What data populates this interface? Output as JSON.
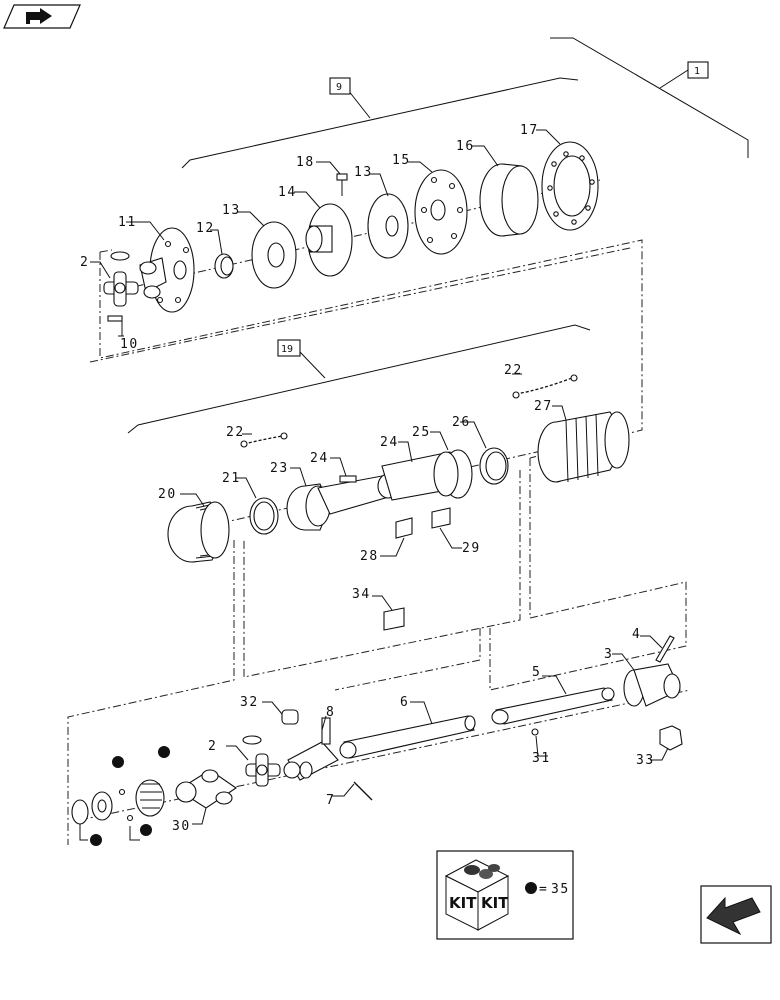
{
  "labels": {
    "p1": "1",
    "p2a": "2",
    "p2b": "2",
    "p3": "3",
    "p4": "4",
    "p5": "5",
    "p6": "6",
    "p7": "7",
    "p8": "8",
    "p9": "9",
    "p10": "10",
    "p11": "11",
    "p12": "12",
    "p13a": "13",
    "p13b": "13",
    "p14": "14",
    "p15": "15",
    "p16": "16",
    "p17": "17",
    "p18": "18",
    "p19": "19",
    "p20": "20",
    "p21": "21",
    "p22a": "22",
    "p22b": "22",
    "p23": "23",
    "p24": "24",
    "p25": "25",
    "p26": "26",
    "p27": "27",
    "p28": "28",
    "p29": "29",
    "p30": "30",
    "p31": "31",
    "p32": "32",
    "p33": "33",
    "p34": "34"
  },
  "kit": {
    "word1": "KIT",
    "word2": "KIT",
    "legend_eq": "=",
    "legend_num": "35"
  },
  "icons": {
    "nav_top": "book-arrow-icon",
    "nav_bottom": "next-page-arrow-icon"
  }
}
